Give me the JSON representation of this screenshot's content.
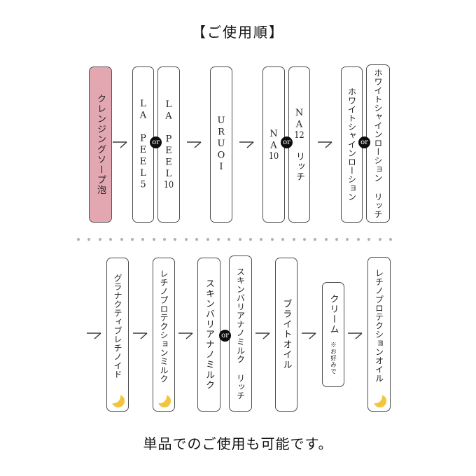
{
  "title": "【ご使用順】",
  "footer": "単品でのご使用も可能です。",
  "or_label": "or",
  "colors": {
    "pink_box": "#e2a7b1",
    "moon": "#f2c53d",
    "box_border": "#4d4d4d",
    "dots": "#b0b0b0",
    "arrow": "#3a3a3a",
    "or_badge_bg": "#0c0c0c"
  },
  "row1": [
    {
      "id": "cleanse",
      "name": "cleansing-soap-foam",
      "pink": true,
      "segments": [
        {
          "t": "クレンジングソープ泡"
        }
      ]
    },
    {
      "id": "lapeel5",
      "name": "la-peel-5",
      "segments": [
        {
          "t": "LA PEEL5"
        }
      ]
    },
    {
      "id": "lapeel10",
      "name": "la-peel-10",
      "segments": [
        {
          "t": "LA PEEL"
        },
        {
          "t": "10",
          "tcy": true
        }
      ]
    },
    {
      "id": "uruoi",
      "name": "uruoi",
      "segments": [
        {
          "t": "URUOI"
        }
      ]
    },
    {
      "id": "na10",
      "name": "na-10",
      "segments": [
        {
          "t": "NA"
        },
        {
          "t": "10",
          "tcy": true
        }
      ]
    },
    {
      "id": "na12",
      "name": "na-12-rich",
      "segments": [
        {
          "t": "NA"
        },
        {
          "t": "12",
          "tcy": true
        },
        {
          "t": " リッチ"
        }
      ]
    },
    {
      "id": "wsl",
      "name": "white-shine-lotion",
      "dense": true,
      "segments": [
        {
          "t": "ホワイトシャインローション"
        }
      ]
    },
    {
      "id": "wslrich",
      "name": "white-shine-lotion-rich",
      "dense": true,
      "segments": [
        {
          "t": "ホワイトシャインローション リッチ"
        }
      ]
    }
  ],
  "row2": [
    {
      "id": "gran",
      "name": "granactive-retinoid",
      "dense": true,
      "moon": true,
      "segments": [
        {
          "t": "グラナクティブレチノイド"
        }
      ]
    },
    {
      "id": "retmilk",
      "name": "retino-protection-milk",
      "dense": true,
      "moon": true,
      "segments": [
        {
          "t": "レチノプロテクションミルク"
        }
      ]
    },
    {
      "id": "skinb",
      "name": "skin-barrier-nano-milk",
      "segments": [
        {
          "t": "スキンバリアナノミルク"
        }
      ]
    },
    {
      "id": "skinbrich",
      "name": "skin-barrier-nano-milk-rich",
      "dense": true,
      "segments": [
        {
          "t": "スキンバリアナノミルク リッチ"
        }
      ]
    },
    {
      "id": "bright",
      "name": "bright-oil",
      "segments": [
        {
          "t": "ブライトオイル"
        }
      ]
    },
    {
      "id": "cream",
      "name": "cream",
      "segments": [
        {
          "t": "クリーム"
        }
      ],
      "note": "※お好みで"
    },
    {
      "id": "retoil",
      "name": "retino-protection-oil",
      "dense": true,
      "moon": true,
      "segments": [
        {
          "t": "レチノプロテクションオイル"
        }
      ]
    }
  ]
}
